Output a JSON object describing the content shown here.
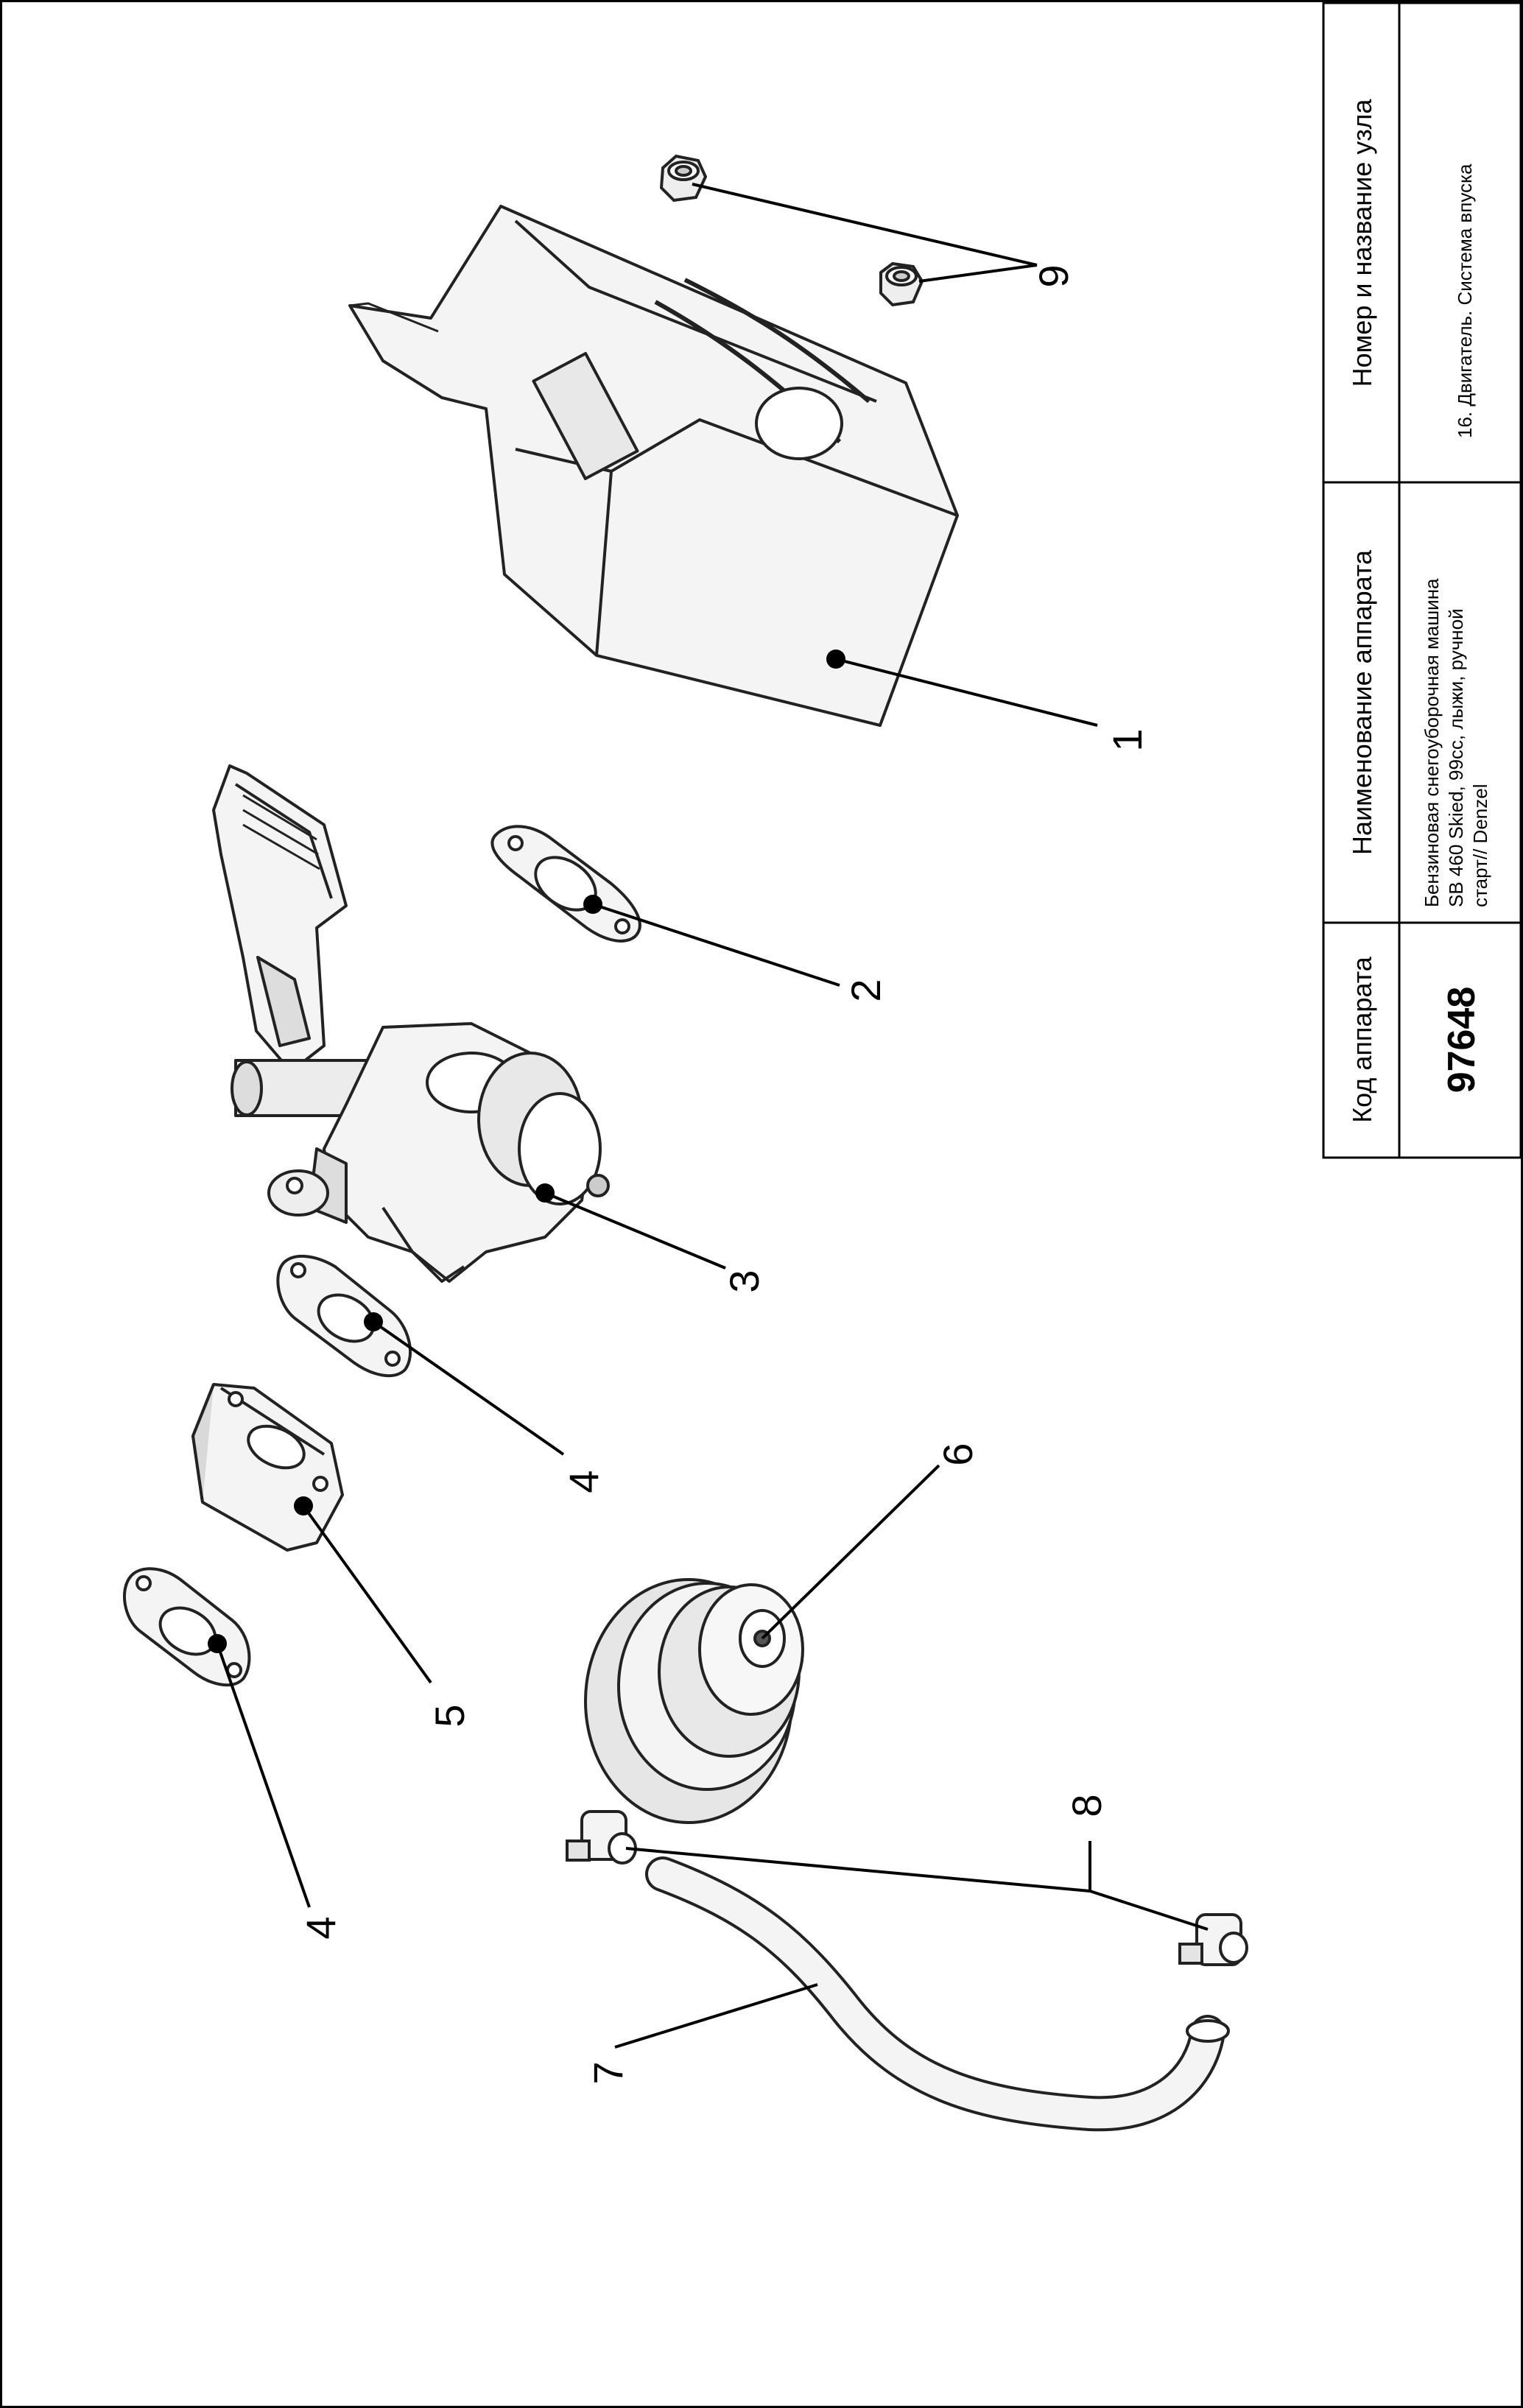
{
  "title_block": {
    "code_header": "Код аппарата",
    "code_value": "97648",
    "device_header": "Наименование аппарата",
    "device_line_1": "Бензиновая снегоуборочная машина",
    "device_line_2": "SB 460 Skied, 99cc, лыжи, ручной",
    "device_line_3": "старт// Denzel",
    "assembly_header": "Номер и название узла",
    "assembly_value": "16. Двигатель. Система впуска"
  },
  "callouts": {
    "c1": "1",
    "c2": "2",
    "c3": "3",
    "c4a": "4",
    "c4b": "4",
    "c5": "5",
    "c6": "6",
    "c7": "7",
    "c8": "8",
    "c9": "9"
  },
  "colors": {
    "line": "#000000",
    "part_stroke": "#222222",
    "part_fill": "#f4f4f4",
    "part_shade": "#d9d9d9",
    "background": "#ffffff"
  }
}
